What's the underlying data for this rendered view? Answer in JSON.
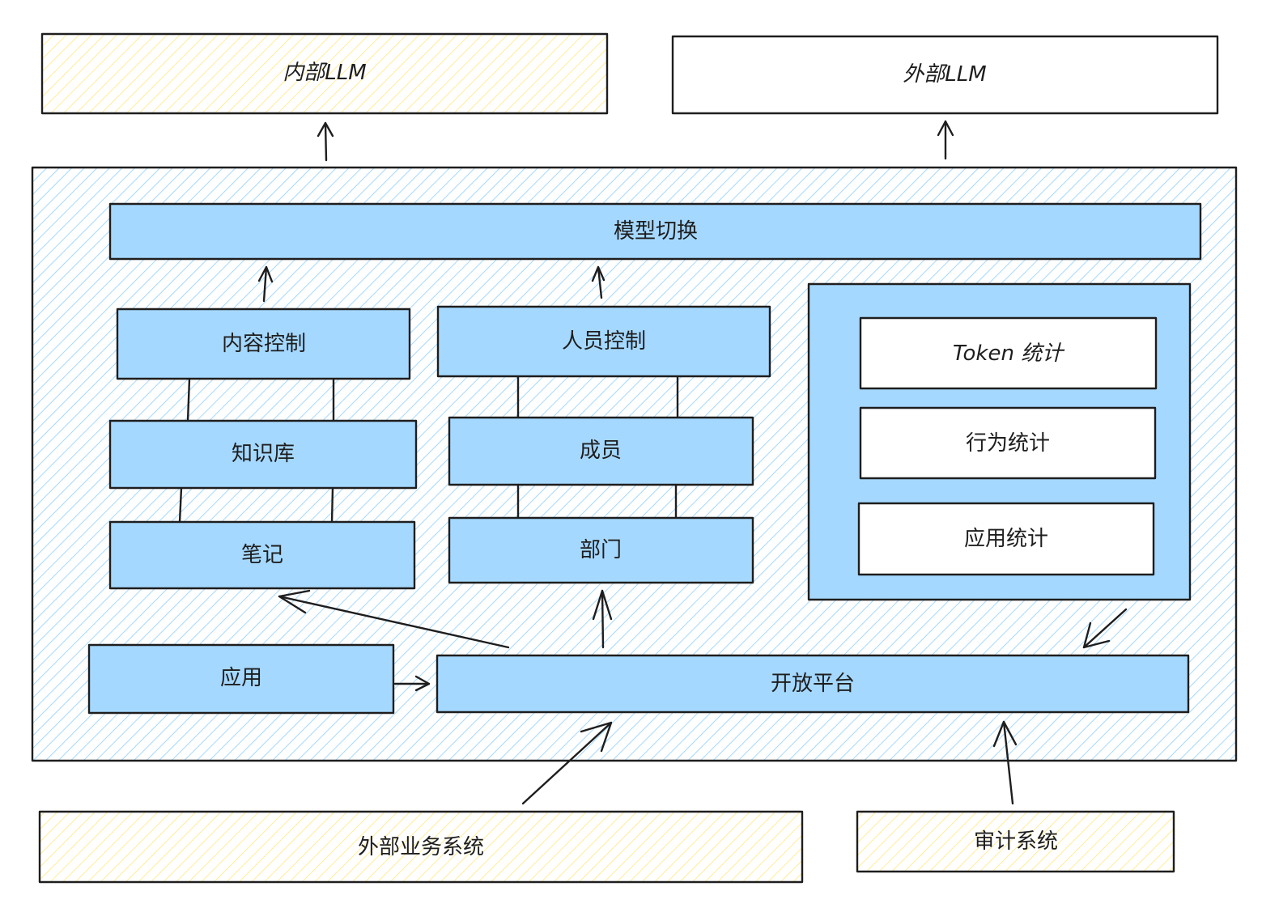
{
  "colors": {
    "stroke": "#1e1e1e",
    "blue_fill": "#a5d8ff",
    "blue_hatch": "#a5d8ff",
    "yellow_hatch": "#ffec99",
    "white": "#ffffff"
  },
  "external": {
    "internal_llm": "内部LLM",
    "external_llm": "外部LLM",
    "external_business": "外部业务系统",
    "audit_system": "审计系统"
  },
  "platform": {
    "model_switch": "模型切换",
    "content_control": "内容控制",
    "knowledge_base": "知识库",
    "notes": "笔记",
    "personnel_control": "人员控制",
    "members": "成员",
    "departments": "部门",
    "application": "应用",
    "open_platform": "开放平台"
  },
  "statistics": {
    "token": "Token 统计",
    "behavior": "行为统计",
    "app": "应用统计"
  }
}
